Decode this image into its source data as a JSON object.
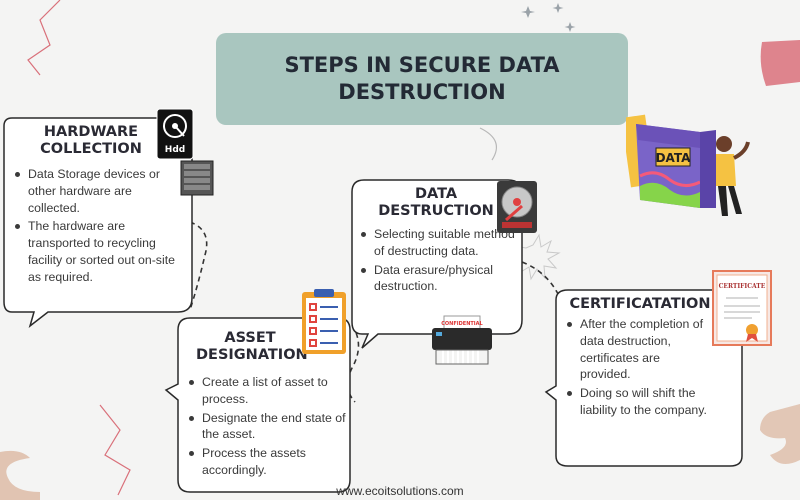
{
  "title": "STEPS IN SECURE DATA DESTRUCTION",
  "steps": [
    {
      "heading": "HARDWARE COLLECTION",
      "bullets": [
        "Data Storage devices or other hardware are collected.",
        "The hardware are transported to recycling facility or sorted out on-site as required."
      ]
    },
    {
      "heading": "ASSET DESIGNATION",
      "bullets": [
        "Create a list of asset to process.",
        "Designate the end state of the asset.",
        "Process the assets accordingly."
      ]
    },
    {
      "heading": "DATA DESTRUCTION",
      "bullets": [
        "Selecting suitable method of destructing data.",
        "Data erasure/physical destruction."
      ]
    },
    {
      "heading": "CERTIFICATATION",
      "bullets": [
        "After the completion of data destruction, certificates are provided.",
        "Doing so will shift the liability to the company."
      ]
    }
  ],
  "illustrations": {
    "hdd_label": "Hdd",
    "book_label": "DATA",
    "shredder_label": "CONFIDENTIAL",
    "certificate_label": "CERTIFICATE"
  },
  "footer": "www.ecoitsolutions.com",
  "colors": {
    "title_bg": "#a9c6bf",
    "accent_pink": "#d9707a",
    "accent_tan": "#dcb8a1"
  }
}
